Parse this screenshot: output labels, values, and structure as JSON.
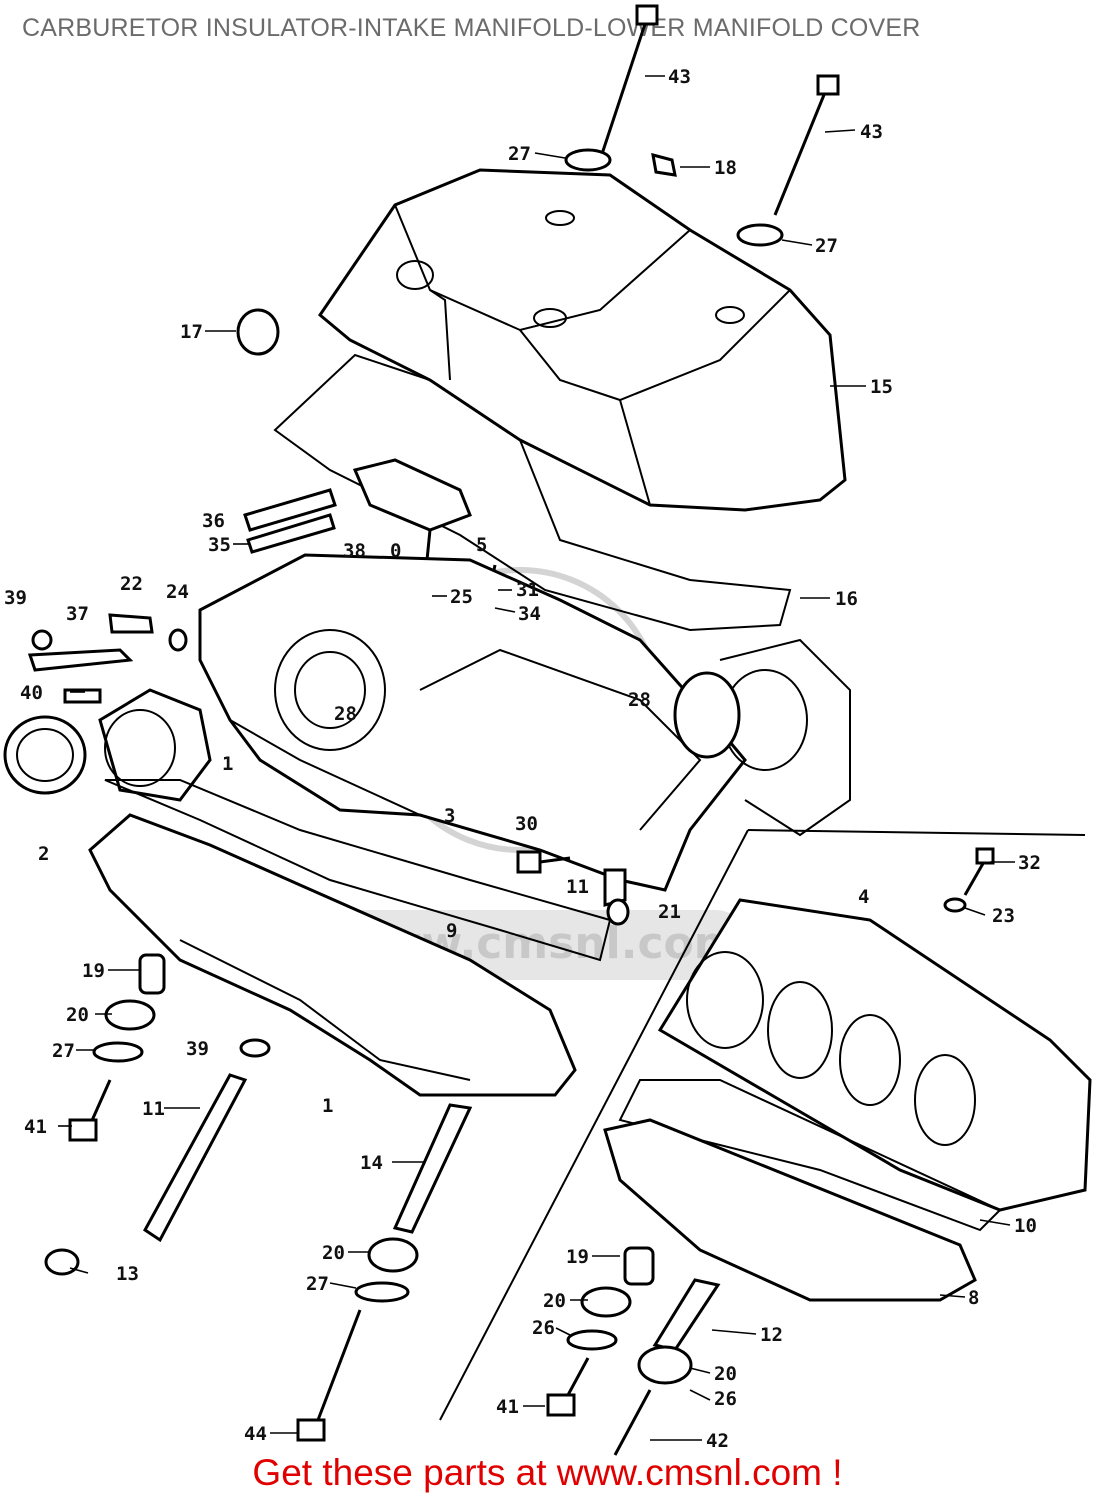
{
  "title": "CARBURETOR INSULATOR-INTAKE MANIFOLD-LOWER MANIFOLD COVER",
  "footer": "Get these parts at www.cmsnl.com !",
  "watermark": "www.cmsnl.com",
  "labels": {
    "l43a": "43",
    "l43b": "43",
    "l27a": "27",
    "l18": "18",
    "l27b": "27",
    "l17": "17",
    "l15": "15",
    "l36": "36",
    "l35": "35",
    "l38a": "38",
    "l0": "0",
    "l5": "5",
    "l25": "25",
    "l31": "31",
    "l34": "34",
    "l16": "16",
    "l39a": "39",
    "l22": "22",
    "l24": "24",
    "l37": "37",
    "l40": "40",
    "l28a": "28",
    "l28b": "28",
    "l1a": "1",
    "l2": "2",
    "l3": "3",
    "l30": "30",
    "l32": "32",
    "l11a": "11",
    "l21": "21",
    "l9": "9",
    "l4": "4",
    "l23": "23",
    "l19a": "19",
    "l20a": "20",
    "l27c": "27",
    "l39b": "39",
    "l41a": "41",
    "l11b": "11",
    "l1b": "1",
    "l14": "14",
    "l13": "13",
    "l20b": "20",
    "l27d": "27",
    "l44": "44",
    "l10": "10",
    "l8": "8",
    "l19b": "19",
    "l20c": "20",
    "l26a": "26",
    "l12": "12",
    "l41b": "41",
    "l20d": "20",
    "l26b": "26",
    "l42": "42"
  }
}
